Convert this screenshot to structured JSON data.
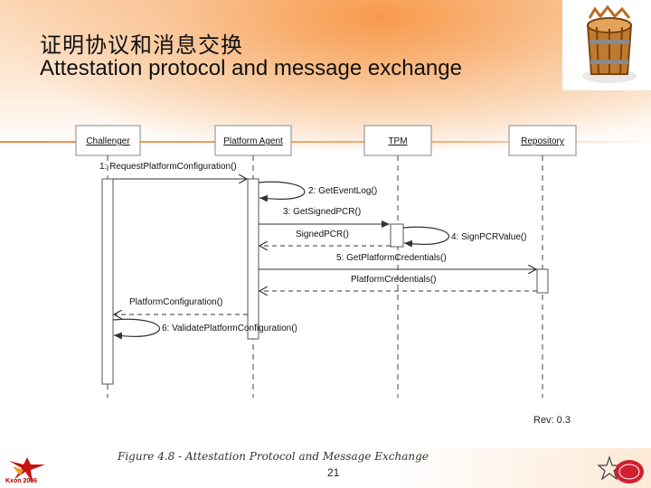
{
  "header": {
    "title_zh": "证明协议和消息交换",
    "title_en": "Attestation protocol and message exchange"
  },
  "diagram": {
    "lifelines": [
      {
        "label": "Challenger"
      },
      {
        "label": "Platform Agent"
      },
      {
        "label": "TPM"
      },
      {
        "label": "Repository"
      }
    ],
    "messages": [
      {
        "label": "1: RequestPlatformConfiguration()"
      },
      {
        "label": "2: GetEventLog()"
      },
      {
        "label": "3: GetSignedPCR()"
      },
      {
        "label": "SignedPCR()"
      },
      {
        "label": "4: SignPCRValue()"
      },
      {
        "label": "5: GetPlatformCredentials()"
      },
      {
        "label": "PlatformCredentials()"
      },
      {
        "label": "PlatformConfiguration()"
      },
      {
        "label": "6: ValidatePlatformConfiguration()"
      }
    ],
    "revision": "Rev: 0.3"
  },
  "footer": {
    "caption": "Figure 4.8 - Attestation Protocol and Message Exchange",
    "page_number": "21",
    "left_logo_text": "Kxon 2006"
  },
  "colors": {
    "accent_orange": "#f08a3a",
    "line_gray": "#555555",
    "logo_red": "#b00000"
  }
}
